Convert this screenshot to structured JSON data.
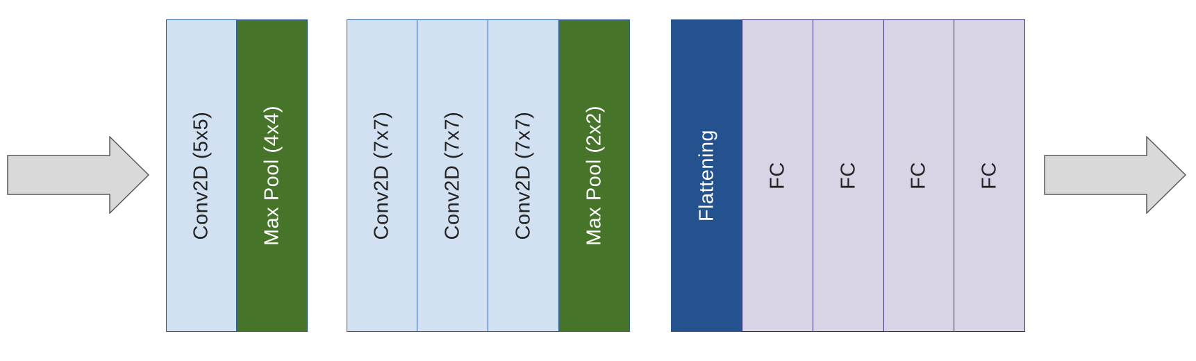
{
  "colors": {
    "conv_fill": "#d2e1f2",
    "conv_border": "#2d5fa0",
    "pool_fill": "#467429",
    "flatten_fill": "#24528e",
    "fc_fill": "#d9d3e6",
    "fc_border": "#3c2a78",
    "arrow_fill": "#d9d9d9",
    "arrow_stroke": "#595959"
  },
  "input_arrow": {
    "icon": "right-arrow-icon"
  },
  "output_arrow": {
    "icon": "right-arrow-icon"
  },
  "groups": [
    {
      "blocks": [
        {
          "type": "conv",
          "label": "Conv2D (5x5)"
        },
        {
          "type": "pool",
          "label": "Max Pool (4x4)"
        }
      ]
    },
    {
      "blocks": [
        {
          "type": "conv",
          "label": "Conv2D (7x7)"
        },
        {
          "type": "conv",
          "label": "Conv2D (7x7)"
        },
        {
          "type": "conv",
          "label": "Conv2D (7x7)"
        },
        {
          "type": "pool",
          "label": "Max Pool (2x2)"
        }
      ]
    },
    {
      "blocks": [
        {
          "type": "flatten",
          "label": "Flattening"
        },
        {
          "type": "fc",
          "label": "FC"
        },
        {
          "type": "fc",
          "label": "FC"
        },
        {
          "type": "fc",
          "label": "FC"
        },
        {
          "type": "fc",
          "label": "FC"
        }
      ]
    }
  ]
}
